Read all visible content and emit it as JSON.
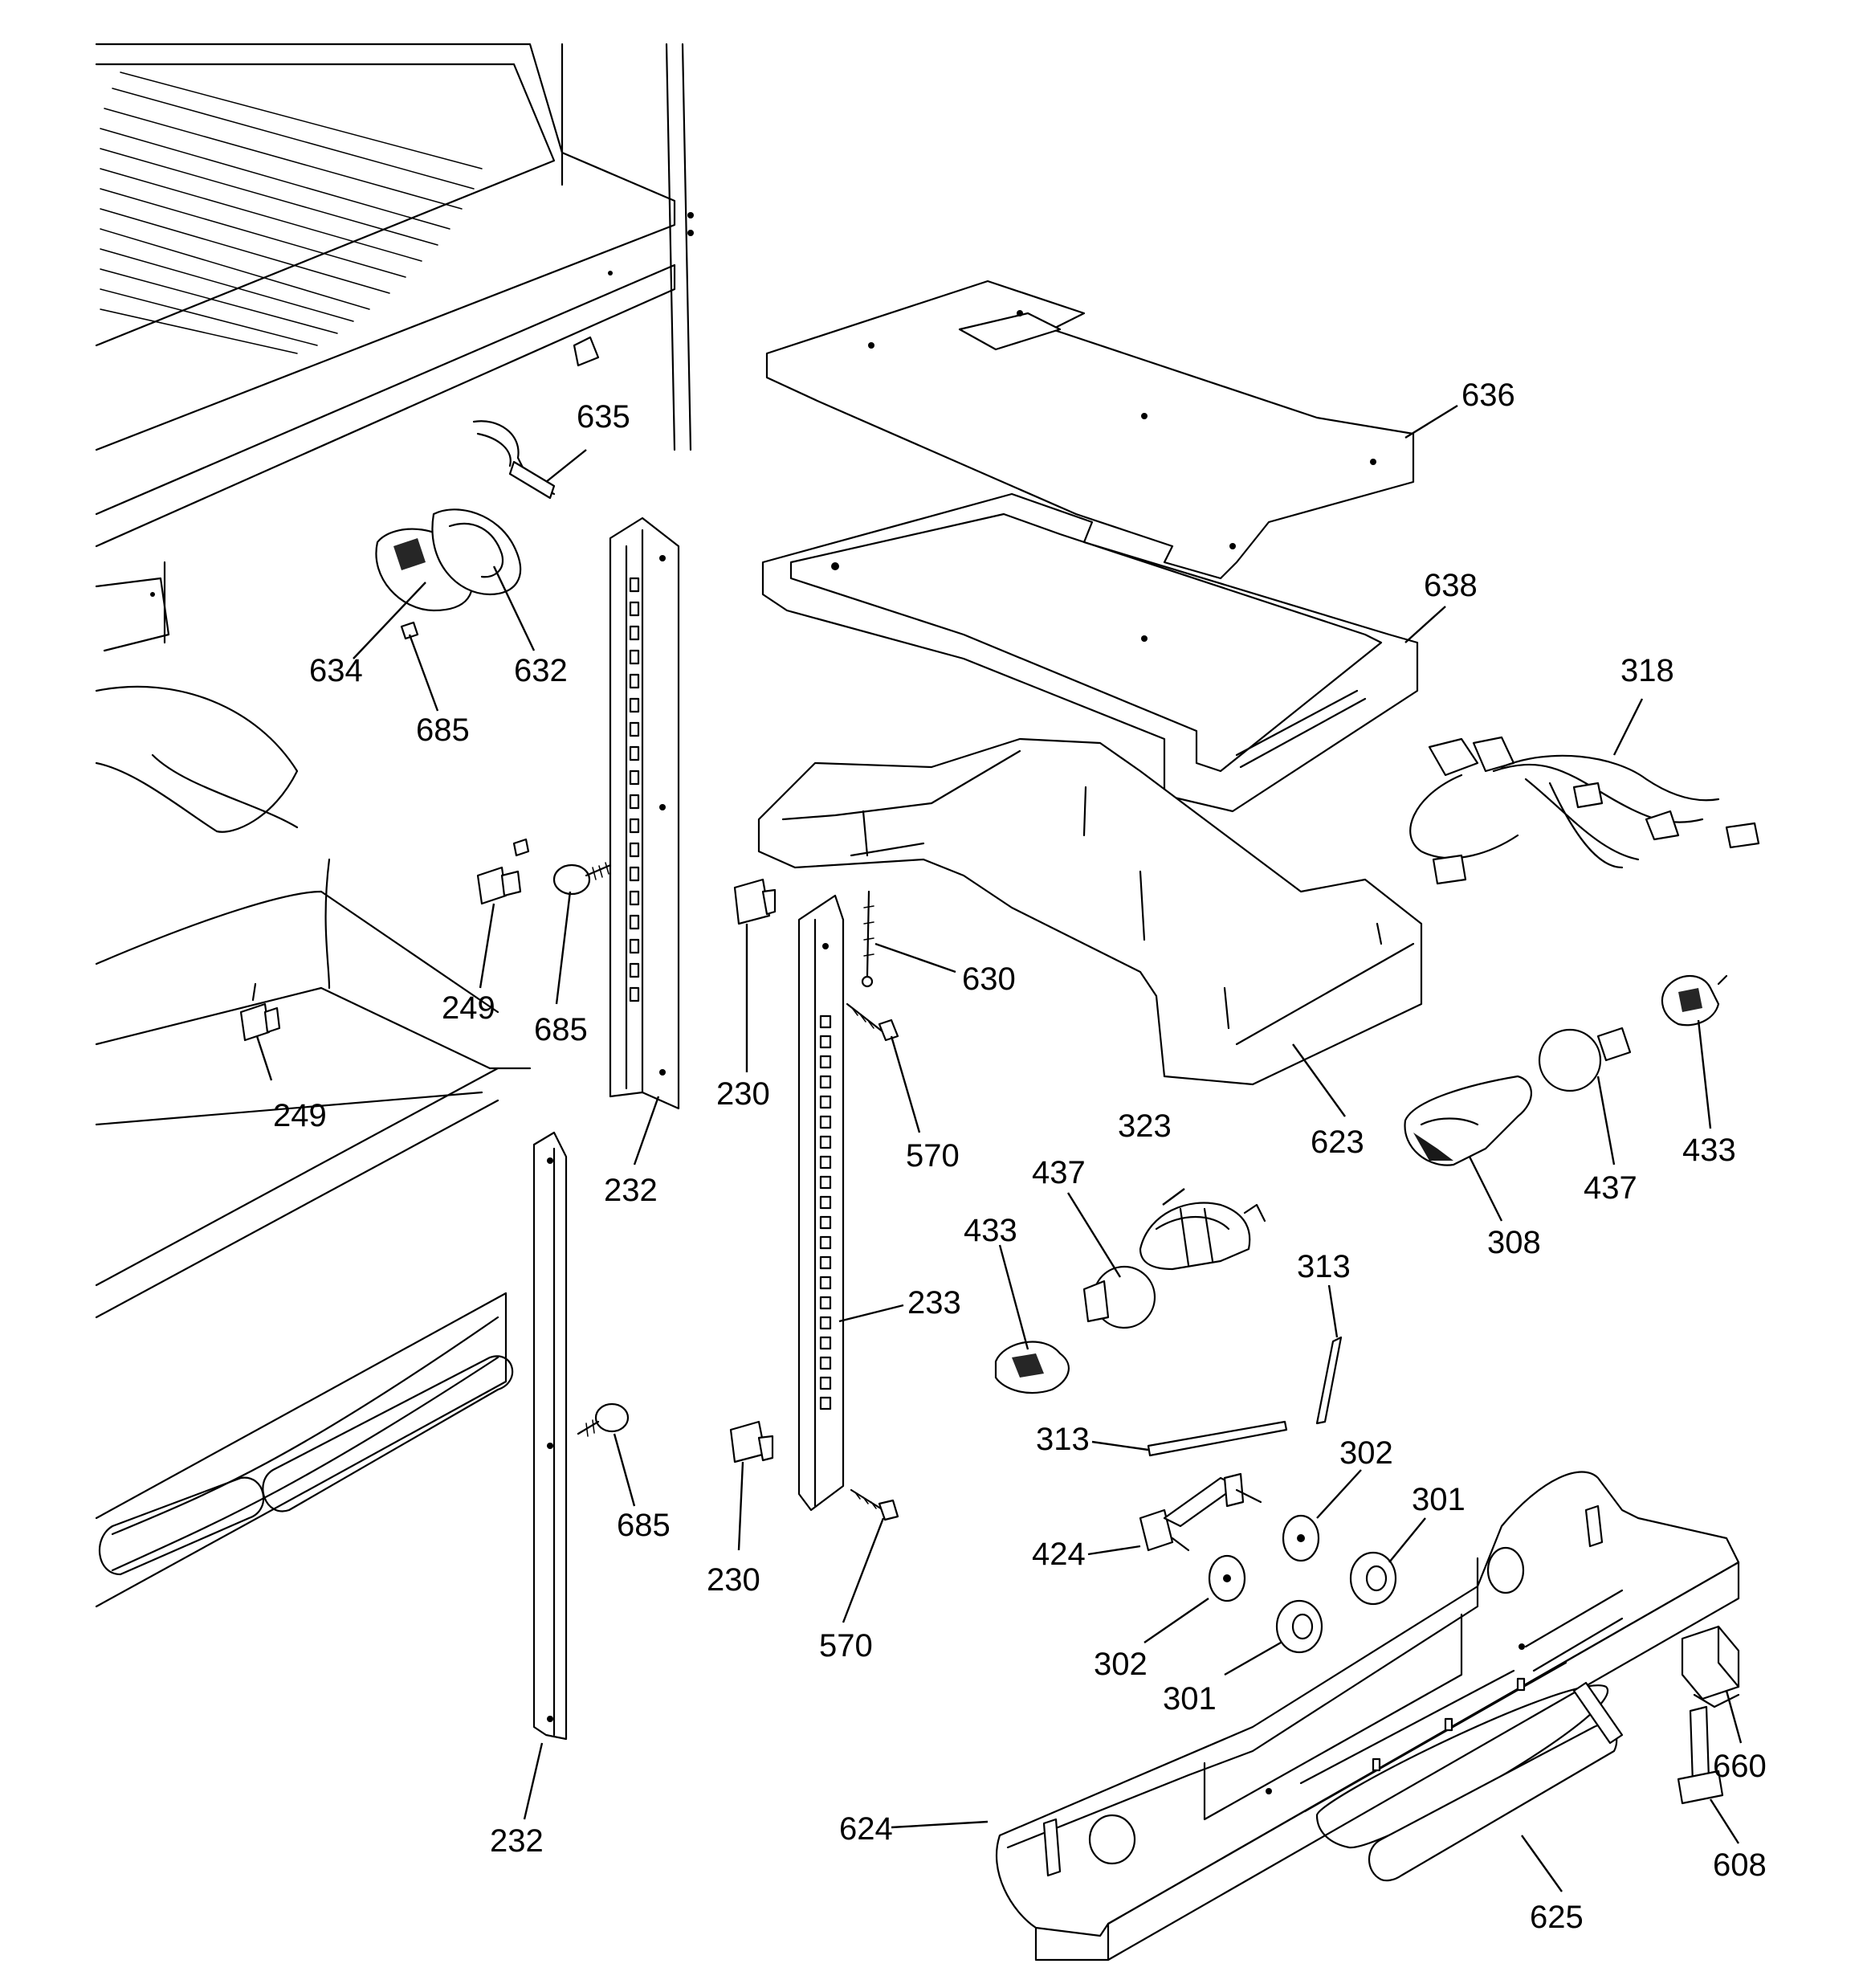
{
  "diagram": {
    "labels": {
      "p636": "636",
      "p635": "635",
      "p638": "638",
      "p318": "318",
      "p634": "634",
      "p632": "632",
      "p685a": "685",
      "p249a": "249",
      "p685b": "685",
      "p249b": "249",
      "p630": "630",
      "p230a": "230",
      "p570a": "570",
      "p232a": "232",
      "p623": "623",
      "p323": "323",
      "p437a": "437",
      "p433a": "433",
      "p308": "308",
      "p437b": "437",
      "p433b": "433",
      "p313a": "313",
      "p233": "233",
      "p313b": "313",
      "p302a": "302",
      "p301a": "301",
      "p424": "424",
      "p685c": "685",
      "p230b": "230",
      "p302b": "302",
      "p301b": "301",
      "p570b": "570",
      "p660": "660",
      "p624": "624",
      "p608": "608",
      "p232b": "232",
      "p625": "625"
    }
  }
}
